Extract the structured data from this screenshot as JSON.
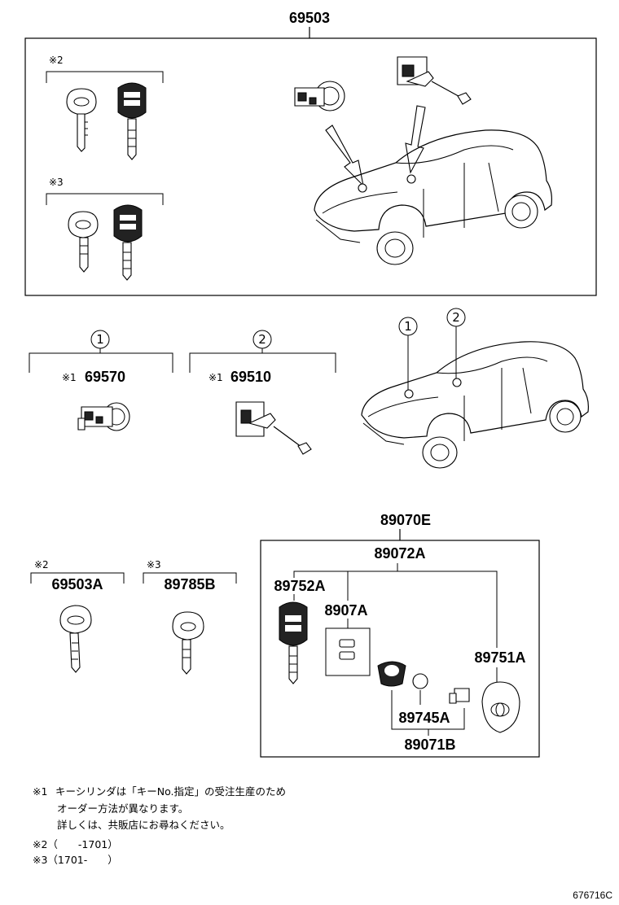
{
  "top_group": {
    "part_no": "69503",
    "variant_2_mark": "※2",
    "variant_3_mark": "※3"
  },
  "cylinder_1": {
    "index": "1",
    "mark": "※1",
    "part_no": "69570"
  },
  "cylinder_2": {
    "index": "2",
    "mark": "※1",
    "part_no": "69510"
  },
  "car_markers": [
    "1",
    "2"
  ],
  "keys": [
    {
      "mark": "※2",
      "part_no": "69503A"
    },
    {
      "mark": "※3",
      "part_no": "89785B"
    }
  ],
  "remote_group": {
    "part_no": "89070E",
    "sub_part_no": "89072A",
    "items": {
      "remote_key": "89752A",
      "insert": "8907A",
      "transmitter_case": "89751A",
      "battery": "89745A",
      "sub_assembly": "89071B"
    }
  },
  "notes": {
    "n1_mark": "※1",
    "n1_line1": "キーシリンダは「キーNo.指定」の受注生産のため",
    "n1_line2": "オーダー方法が異なります。",
    "n1_line3": "詳しくは、共販店にお尋ねください。",
    "n2": "※2（　　-1701）",
    "n3": "※3（1701-　　）"
  },
  "figure_code": "676716C"
}
